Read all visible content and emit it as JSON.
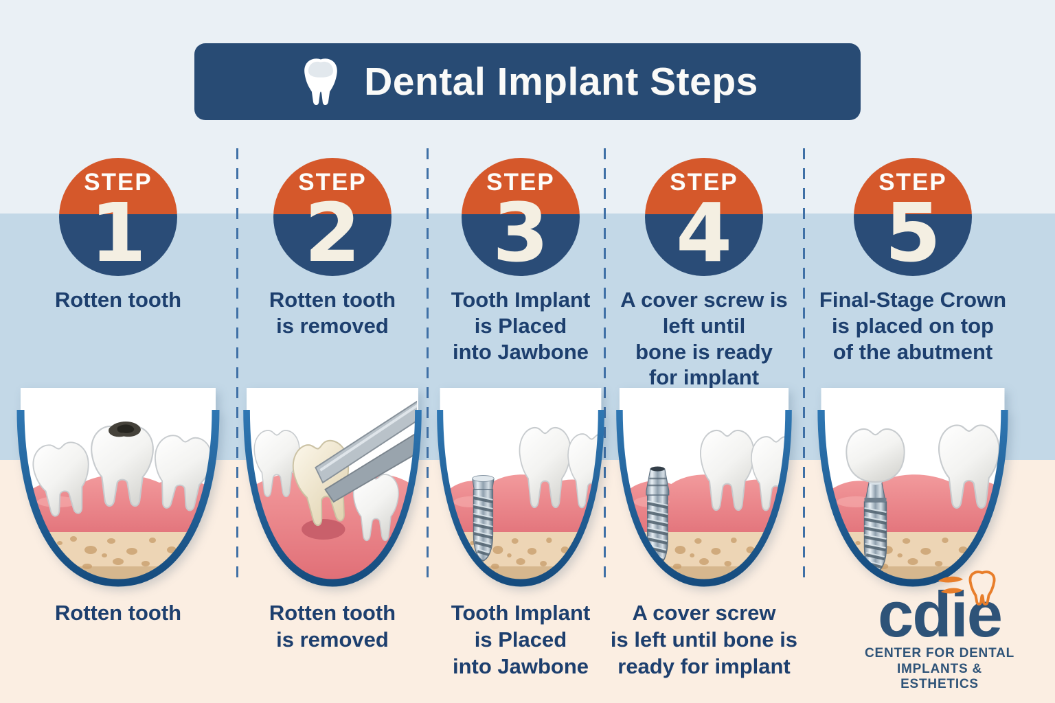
{
  "banner": {
    "title": "Dental Implant Steps",
    "icon": "tooth-icon"
  },
  "steps": [
    {
      "step_label": "STEP",
      "number": "1",
      "heading": "Rotten tooth",
      "caption": "Rotten tooth",
      "illustration": "rotten-tooth-in-gums"
    },
    {
      "step_label": "STEP",
      "number": "2",
      "heading": "Rotten tooth\nis removed",
      "caption": "Rotten tooth\nis removed",
      "illustration": "forceps-extracting-tooth"
    },
    {
      "step_label": "STEP",
      "number": "3",
      "heading": "Tooth Implant\nis Placed\ninto Jawbone",
      "caption": "Tooth Implant\nis Placed\ninto Jawbone",
      "illustration": "implant-screw-in-jawbone"
    },
    {
      "step_label": "STEP",
      "number": "4",
      "heading": "A cover screw is\nleft until\nbone is ready\nfor implant",
      "caption": "A cover screw\nis left until bone is\nready for implant",
      "illustration": "implant-with-cover-screw"
    },
    {
      "step_label": "STEP",
      "number": "5",
      "heading": "Final-Stage Crown\nis placed on top\nof the abutment",
      "caption": "",
      "illustration": "crown-on-abutment-implant"
    }
  ],
  "logo": {
    "name": "cdie",
    "line1": "CENTER FOR DENTAL",
    "line2": "IMPLANTS & ESTHETICS",
    "icon": "tooth-outline-icon"
  },
  "colors": {
    "accent_orange": "#D5582B",
    "navy": "#2A4C77",
    "banner_navy": "#284B74",
    "heading_text": "#1D3F6E",
    "band_blue": "#C3D8E7",
    "bg_top": "#EAF0F5",
    "bg_bottom_peach": "#FBEEE2",
    "arch_blue": "#1E5C96",
    "divider_blue": "#3F70A6",
    "gum_pink": "#EE8F92",
    "bone_tan": "#EDD5B5",
    "logo_blue": "#2E5378",
    "logo_orange": "#E87E2B"
  }
}
